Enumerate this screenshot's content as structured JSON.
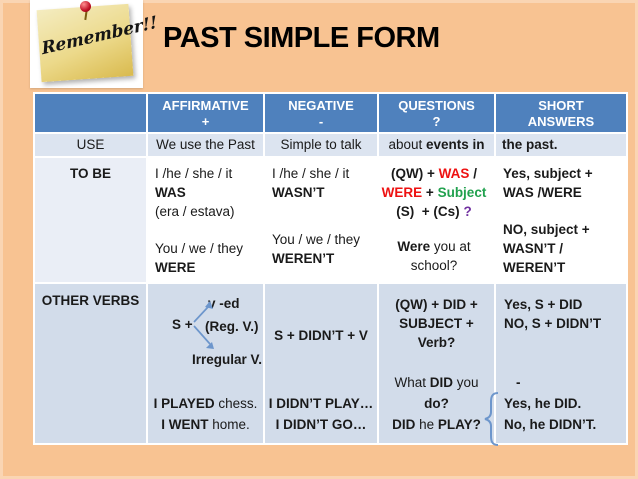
{
  "slide": {
    "title": "PAST SIMPLE FORM",
    "note_text": "Remember!!"
  },
  "colors": {
    "background_orange": "#F8C392",
    "header_blue": "#4F81BD",
    "row_light": "#DCE4F0",
    "row_lighter": "#EAEEF6",
    "row_other": "#D2DCEA",
    "accent_red": "#EE1111",
    "accent_green": "#21A14E",
    "accent_purple": "#7030A0",
    "arrow_blue": "#6D96CC",
    "pin_red": "#C01025"
  },
  "table": {
    "header": {
      "affirmative": {
        "l1": "AFFIRMATIVE",
        "l2": "+"
      },
      "negative": {
        "l1": "NEGATIVE",
        "l2": "-"
      },
      "questions": {
        "l1": "QUESTIONS",
        "l2": "?"
      },
      "short_answers": {
        "l1": "SHORT",
        "l2": "ANSWERS"
      }
    },
    "use": {
      "label": "USE",
      "affirmative": "We use the Past",
      "negative": "Simple to talk",
      "questions_regular": "about ",
      "questions_bold": "events in",
      "short_answers": "the past."
    },
    "to_be": {
      "label": "TO BE",
      "affirmative": {
        "pronouns1": "I /he / she / it",
        "verb1": "WAS",
        "note": "(era / estava)",
        "pronouns2": "You / we / they",
        "verb2": "WERE"
      },
      "negative": {
        "pronouns1": "I /he / she / it",
        "verb1": "WASN’T",
        "pronouns2": "You / we / they",
        "verb2": "WEREN’T"
      },
      "questions": {
        "l1_qw": "(QW) + ",
        "l1_was": "WAS",
        "l1_slash": " /",
        "l2_were": "WERE",
        "l2_plus": " + ",
        "l2_subject": "Subject",
        "l3_s": "(S)  + (Cs) ",
        "l3_qmark": "?",
        "ex_bold": "Were",
        "ex_rest": " you at",
        "ex_line2": "school?"
      },
      "short_answers": {
        "l1": "Yes, subject +",
        "l2": "WAS /WERE",
        "l3": "NO, subject +",
        "l4": "WASN’T /",
        "l5": "WEREN’T"
      }
    },
    "other_verbs": {
      "label": "OTHER VERBS",
      "affirmative": {
        "subject": "S +",
        "ved": "v -ed",
        "reg": "(Reg. V.)",
        "irregular": "Irregular V.",
        "ex1_pre": "I ",
        "ex1_bold": "PLAYED",
        "ex1_post": " chess.",
        "ex2_pre": "I ",
        "ex2_bold": "WENT",
        "ex2_post": " home."
      },
      "negative": {
        "rule": "S + DIDN’T + V",
        "ex1": "I DIDN’T PLAY…",
        "ex2": "I DIDN’T GO…"
      },
      "questions": {
        "l1": "(QW) + DID +",
        "l2": "SUBJECT +",
        "l3": "Verb?",
        "ex1_pre": "What ",
        "ex1_bold": "DID",
        "ex1_post": " you",
        "ex2": "do?",
        "ex3_bold1": "DID",
        "ex3_mid": " he ",
        "ex3_bold2": "PLAY?"
      },
      "short_answers": {
        "l1": "Yes, S + DID",
        "l2": "NO, S + DIDN’T",
        "dash": "-",
        "l3": "Yes, he DID.",
        "l4": "No, he DIDN’T."
      }
    }
  }
}
